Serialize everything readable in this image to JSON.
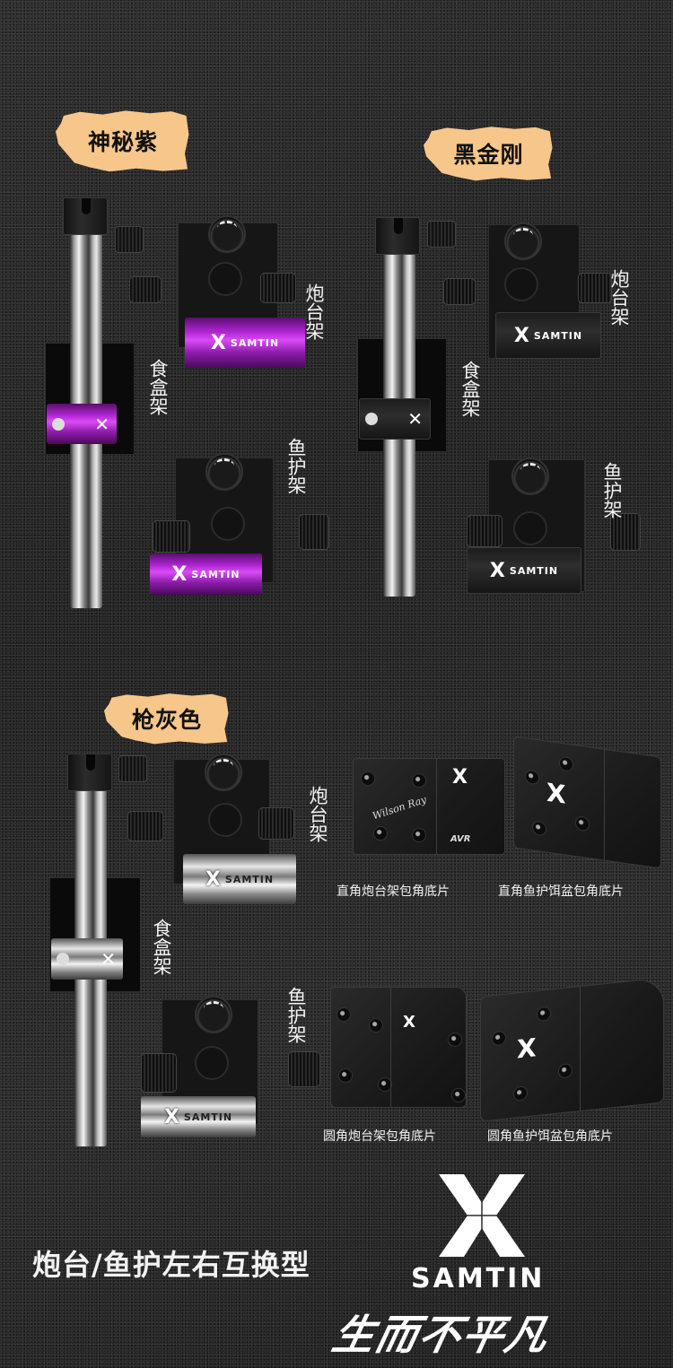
{
  "variants": [
    {
      "name": "神秘紫",
      "color": "#b327d8",
      "labels": {
        "cannon": "炮台架",
        "food": "食盒架",
        "fish": "鱼护架"
      },
      "brand_on_bar": "SAMTIN"
    },
    {
      "name": "黑金刚",
      "color": "#1c1c1c",
      "labels": {
        "cannon": "炮台架",
        "food": "食盒架",
        "fish": "鱼护架"
      },
      "brand_on_bar": "SAMTIN"
    },
    {
      "name": "枪灰色",
      "color": "#c8c8c8",
      "labels": {
        "cannon": "炮台架",
        "food": "食盒架",
        "fish": "鱼护架"
      },
      "brand_on_bar": "SAMTIN"
    }
  ],
  "base_plates": [
    {
      "caption": "直角炮台架包角底片",
      "script": "Wilson Ray",
      "mark": "AVR"
    },
    {
      "caption": "直角鱼护饵盆包角底片"
    },
    {
      "caption": "圆角炮台架包角底片"
    },
    {
      "caption": "圆角鱼护饵盆包角底片"
    }
  ],
  "footer": {
    "feature": "炮台/鱼护左右互换型",
    "brand": "SAMTIN",
    "slogan": "生而不平凡",
    "logo_icon": "x-logo-icon"
  },
  "colors": {
    "tag_background": "#f7c68a",
    "purple": "#b327d8",
    "page_background": "#262626"
  }
}
